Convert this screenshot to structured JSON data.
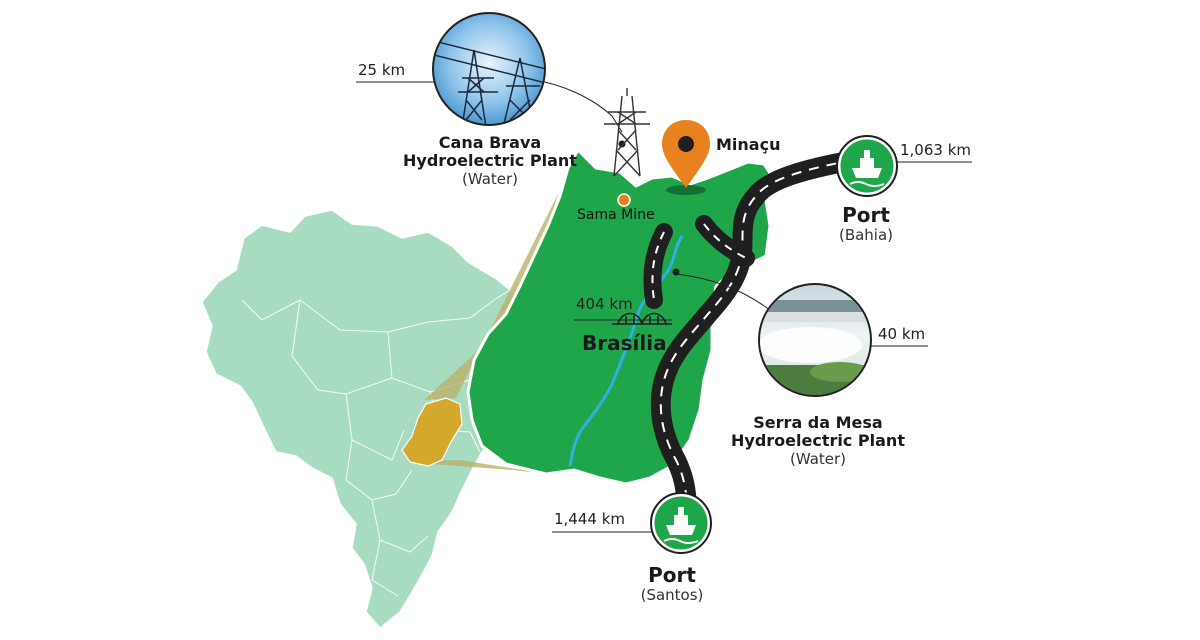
{
  "map": {
    "distances": {
      "cana_brava": "25 km",
      "port_bahia": "1,063 km",
      "brasilia": "404 km",
      "serra_da_mesa": "40 km",
      "port_santos": "1,444 km"
    },
    "places": {
      "cana_brava": {
        "title_line1": "Cana Brava",
        "title_line2": "Hydroelectric Plant",
        "note": "(Water)"
      },
      "minacu": "Minaçu",
      "sama_mine": "Sama Mine",
      "brasilia": "Brasília",
      "port_bahia": {
        "title": "Port",
        "note": "(Bahia)"
      },
      "serra_da_mesa": {
        "title_line1": "Serra da Mesa",
        "title_line2": "Hydroelectric Plant",
        "note": "(Water)"
      },
      "port_santos": {
        "title": "Port",
        "note": "(Santos)"
      }
    },
    "colors": {
      "state_green": "#20a64a",
      "brazil_light_green": "#a8dcc0",
      "highlight_state": "#d4a82c",
      "road": "#1f1f1f",
      "river": "#2fb1e6",
      "marker_orange": "#e8821e"
    },
    "icons": [
      "transmission-tower-icon",
      "map-pin-icon",
      "ship-icon",
      "bridge-icon"
    ]
  }
}
